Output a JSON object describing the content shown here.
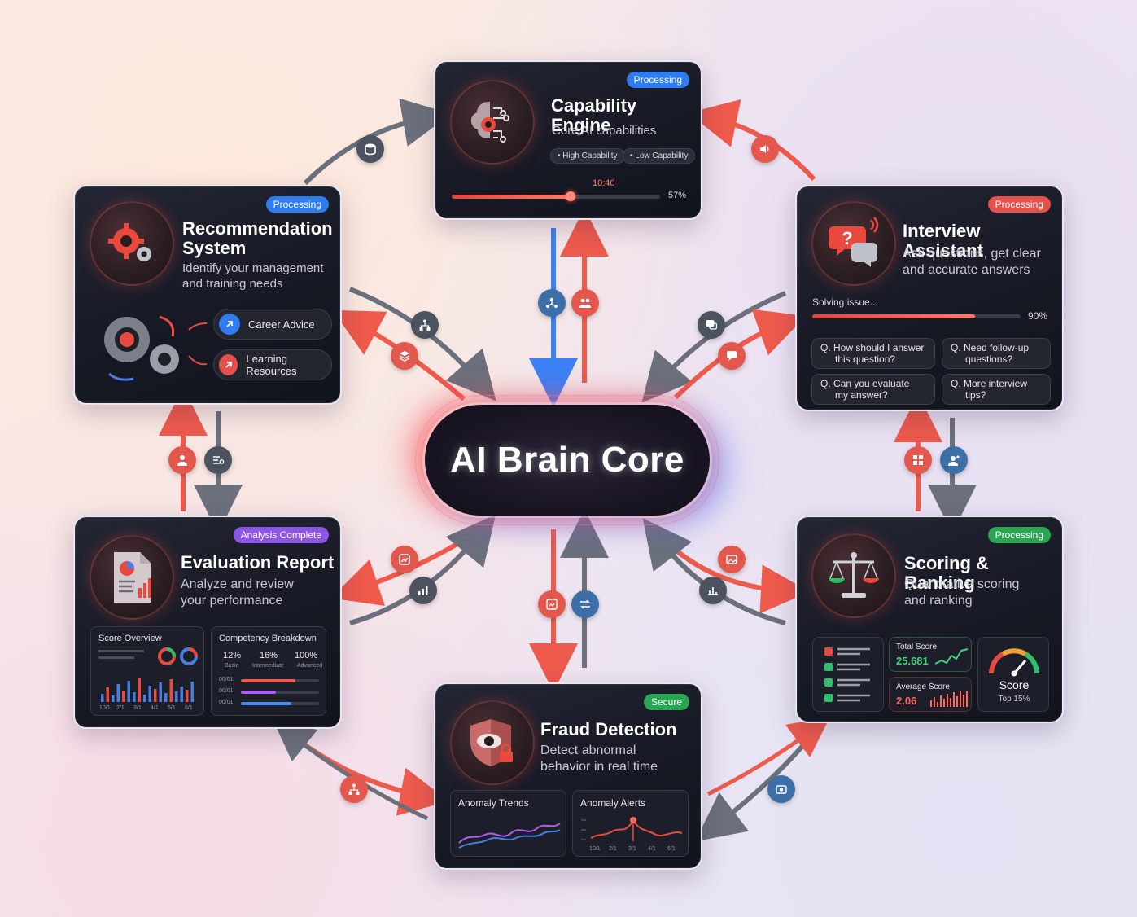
{
  "core": {
    "title": "AI Brain Core"
  },
  "capability": {
    "title": "Capability Engine",
    "subtitle": "Core AI capabilities",
    "badge": "Processing",
    "chips": [
      "High Capability",
      "Low Capability"
    ],
    "progress_time": "10:40",
    "progress_percent": "57%",
    "progress_value": 0.57
  },
  "recommendation": {
    "title_line1": "Recommendation",
    "title_line2": "System",
    "subtitle_line1": "Identify your management",
    "subtitle_line2": "and training needs",
    "badge": "Processing",
    "buttons": [
      "Career Advice",
      "Learning Resources"
    ]
  },
  "interview": {
    "title": "Interview Assistant",
    "subtitle_line1": "Ask questions, get clear",
    "subtitle_line2": "and accurate answers",
    "badge": "Processing",
    "status": "Solving issue...",
    "progress_percent": "90%",
    "progress_value": 0.78,
    "questions": [
      {
        "l1": "Q. How should I answer",
        "l2": "this question?"
      },
      {
        "l1": "Q. Need follow-up",
        "l2": "questions?"
      },
      {
        "l1": "Q. Can you evaluate",
        "l2": "my answer?"
      },
      {
        "l1": "Q. More interview",
        "l2": "tips?"
      }
    ]
  },
  "evaluation": {
    "title": "Evaluation Report",
    "subtitle_line1": "Analyze and review",
    "subtitle_line2": "your performance",
    "badge": "Analysis Complete",
    "score_overview": {
      "title": "Score Overview",
      "x_labels": [
        "10/1",
        "2/1",
        "3/1",
        "4/1",
        "5/1",
        "6/1"
      ]
    },
    "competency": {
      "title": "Competency Breakdown",
      "stats": [
        {
          "value": "12%",
          "label": "Basic"
        },
        {
          "value": "16%",
          "label": "Intermediate"
        },
        {
          "value": "100%",
          "label": "Advanced"
        }
      ],
      "bars": [
        {
          "label": "00/01",
          "value": 0.7,
          "color": "#f05a4a"
        },
        {
          "label": "00/01",
          "value": 0.45,
          "color": "#b35bf0"
        },
        {
          "label": "00/01",
          "value": 0.65,
          "color": "#4a8df0"
        }
      ]
    }
  },
  "scoring": {
    "title": "Scoring & Ranking",
    "subtitle_line1": "Quantitative scoring",
    "subtitle_line2": "and ranking",
    "badge": "Processing",
    "total_label": "Total Score",
    "total_value": "25.681",
    "avg_label": "Average Score",
    "avg_value": "2.06",
    "gauge_label": "Score",
    "gauge_sub": "Top 15%"
  },
  "fraud": {
    "title": "Fraud Detection",
    "subtitle_line1": "Detect abnormal",
    "subtitle_line2": "behavior in real time",
    "badge": "Secure",
    "trends_title": "Anomaly Trends",
    "alerts_title": "Anomaly Alerts",
    "alerts_x_labels": [
      "10/1",
      "2/1",
      "3/1",
      "4/1",
      "6/1"
    ]
  },
  "colors": {
    "accent_red": "#e5504a",
    "accent_blue": "#2f7bf0",
    "connector_gray": "#6b707c",
    "card_bg": "#161823"
  }
}
